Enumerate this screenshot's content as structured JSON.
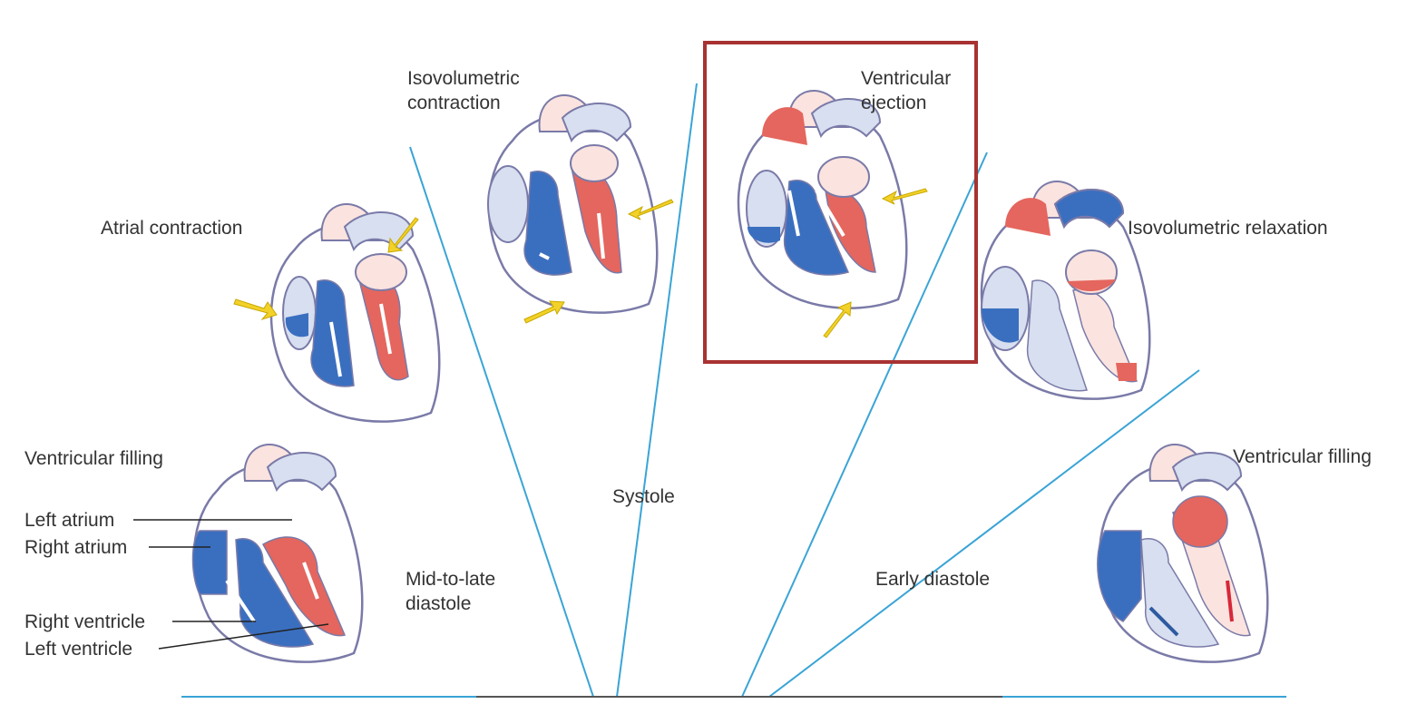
{
  "stages": {
    "atrial_contraction": "Atrial contraction",
    "isovolumetric_contraction": [
      "Isovolumetric",
      "contraction"
    ],
    "ventricular_ejection": [
      "Ventricular",
      "ejection"
    ],
    "isovolumetric_relaxation": "Isovolumetric relaxation",
    "ventricular_filling_left": "Ventricular filling",
    "ventricular_filling_right": "Ventricular filling"
  },
  "phases": {
    "systole": "Systole",
    "mid_to_late_diastole": [
      "Mid-to-late",
      "diastole"
    ],
    "early_diastole": "Early diastole"
  },
  "chambers": {
    "left_atrium": "Left atrium",
    "right_atrium": "Right atrium",
    "right_ventricle": "Right ventricle",
    "left_ventricle": "Left ventricle"
  },
  "highlight": "ventricular_ejection",
  "colors": {
    "divider": "#3aa4d6",
    "highlight_border": "#a83232",
    "deoxygenated": "#3a6fc0",
    "oxygenated": "#e4665e",
    "arrow": "#f2d228"
  }
}
